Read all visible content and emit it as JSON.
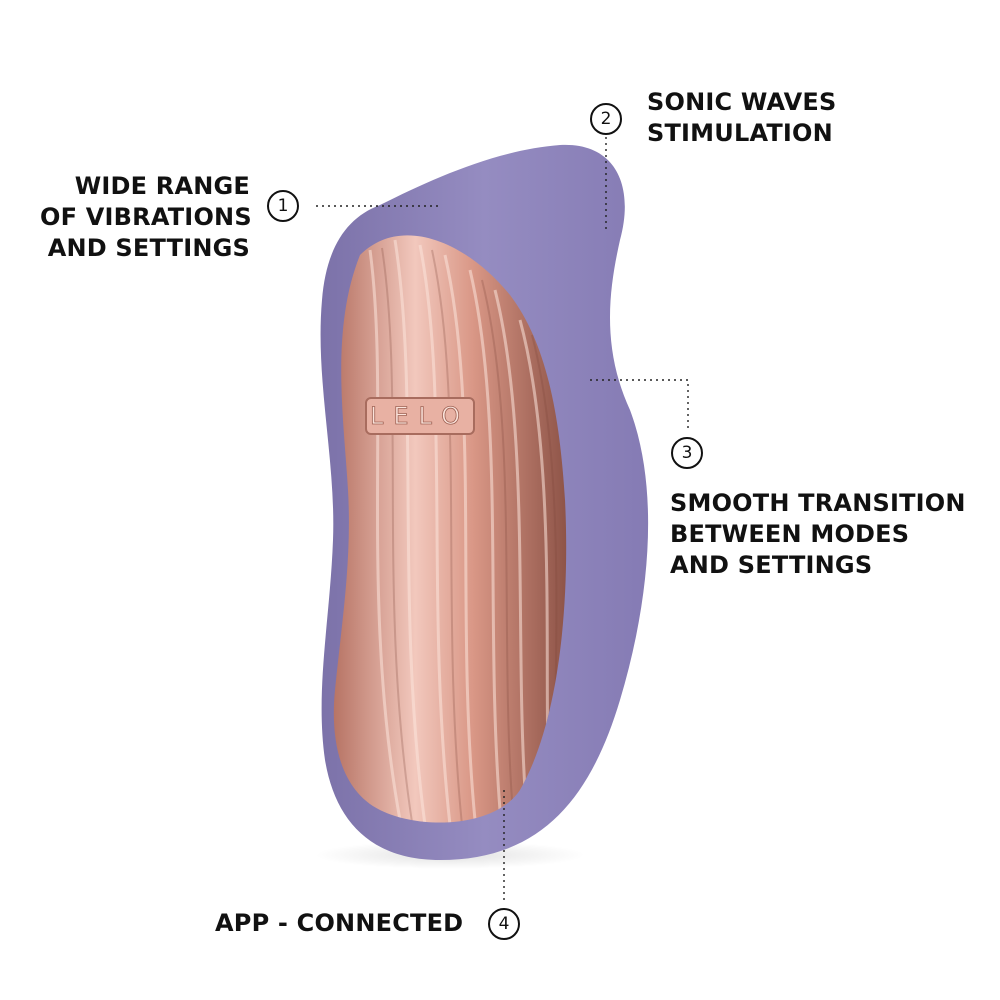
{
  "callouts": [
    {
      "number": "1",
      "lines": [
        "WIDE RANGE",
        "OF VIBRATIONS",
        "AND SETTINGS"
      ]
    },
    {
      "number": "2",
      "lines": [
        "SONIC WAVES",
        "STIMULATION"
      ]
    },
    {
      "number": "3",
      "lines": [
        "SMOOTH TRANSITION",
        "BETWEEN MODES",
        "AND SETTINGS"
      ]
    },
    {
      "number": "4",
      "lines": [
        "APP - CONNECTED"
      ]
    }
  ],
  "product": {
    "logo_text": "LELO",
    "body_color": "#9087BE",
    "panel_color": "#E5A99A"
  }
}
